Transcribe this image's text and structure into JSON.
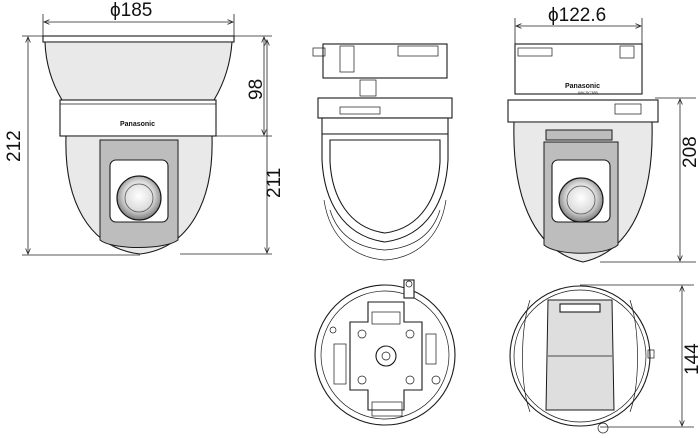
{
  "dimensions": {
    "front_top_diameter": "ϕ185",
    "side_top_diameter": "ϕ122.6",
    "front_upper_height": "98",
    "front_total_height": "212",
    "front_lower_height": "211",
    "side_height": "208",
    "bottom_height": "144"
  },
  "labels": {
    "brand_front": "Panasonic",
    "brand_side": "Panasonic",
    "model_side": "WV-SC385"
  }
}
